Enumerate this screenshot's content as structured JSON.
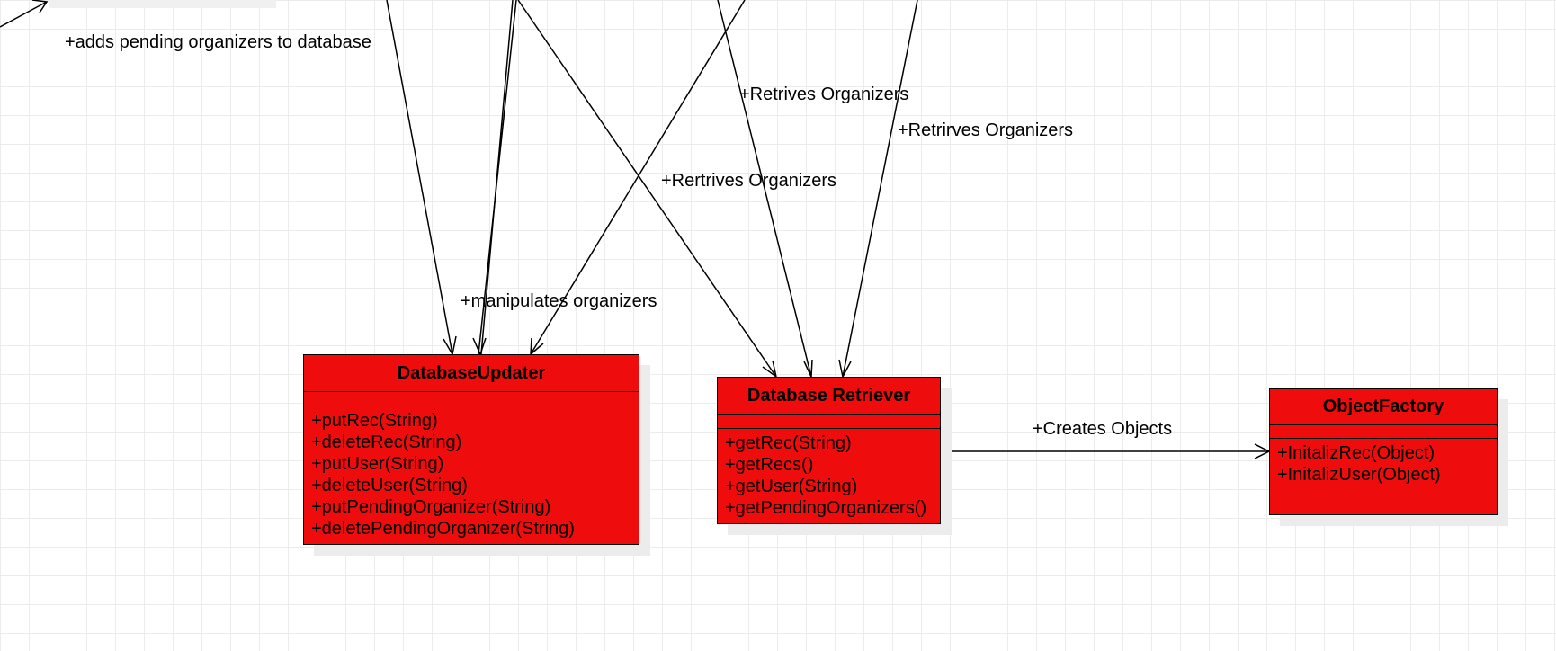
{
  "diagram": {
    "classes": [
      {
        "id": "database-updater",
        "name": "DatabaseUpdater",
        "operations": [
          "+putRec(String)",
          "+deleteRec(String)",
          "+putUser(String)",
          "+deleteUser(String)",
          "+putPendingOrganizer(String)",
          "+deletePendingOrganizer(String)"
        ]
      },
      {
        "id": "database-retriever",
        "name": "Database Retriever",
        "operations": [
          "+getRec(String)",
          "+getRecs()",
          "+getUser(String)",
          "+getPendingOrganizers()"
        ]
      },
      {
        "id": "object-factory",
        "name": "ObjectFactory",
        "operations": [
          "+InitalizRec(Object)",
          "+InitalizUser(Object)"
        ]
      }
    ],
    "labels": {
      "adds_pending": "+adds pending organizers to database",
      "retrives_organizers": "+Retrives Organizers",
      "retrirves_organizers": "+Retrirves Organizers",
      "rertrives_organizers": "+Rertrives Organizers",
      "manipulates_organizers": "+manipulates organizers",
      "creates_objects": "+Creates Objects"
    },
    "colors": {
      "class_fill": "#ee0c0c",
      "line": "#000000",
      "grid": "#ececec"
    }
  }
}
